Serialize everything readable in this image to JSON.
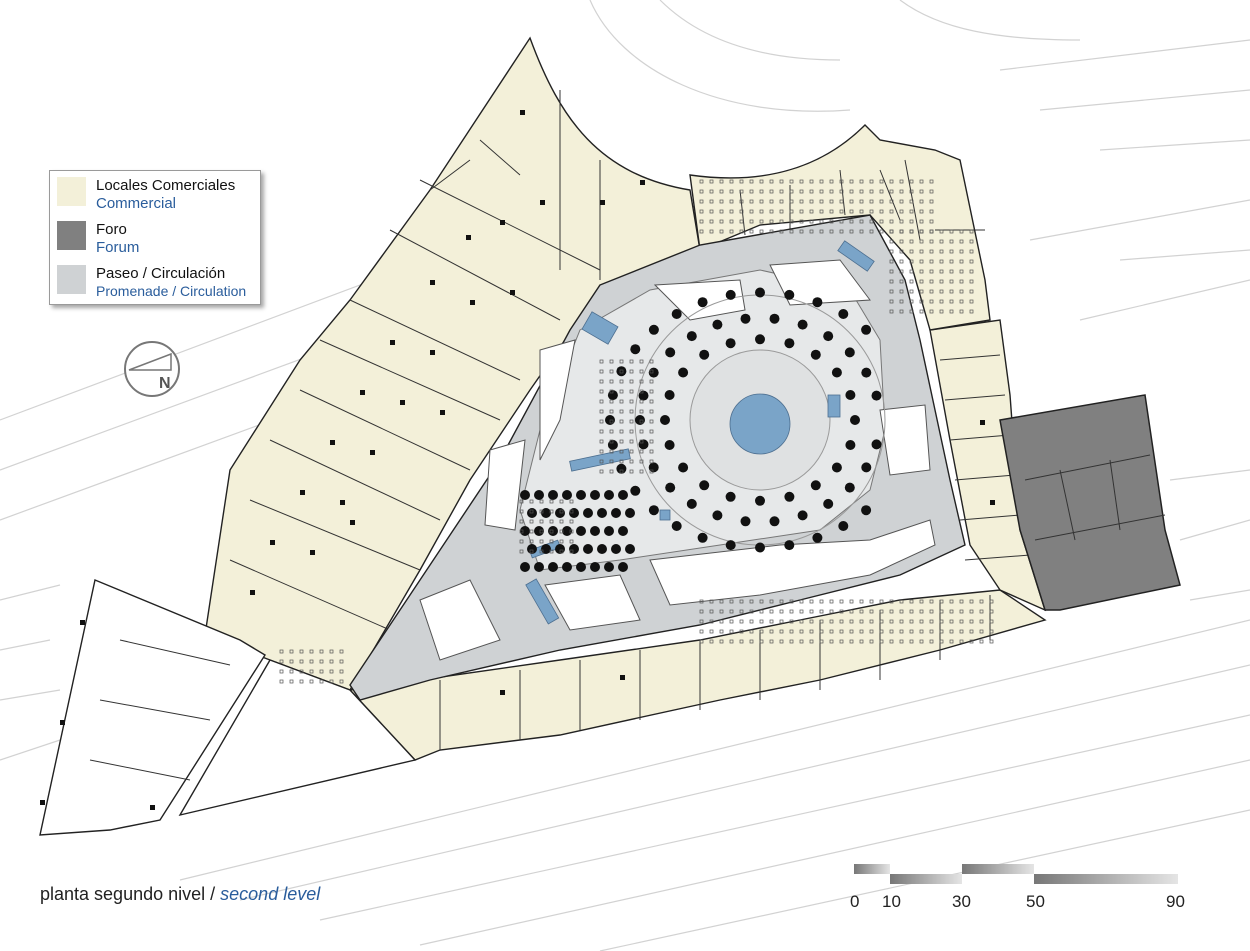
{
  "legend": {
    "items": [
      {
        "es": "Locales Comerciales",
        "en": "Commercial",
        "color": "#f3f0d9"
      },
      {
        "es": "Foro",
        "en": "Forum",
        "color": "#808080"
      },
      {
        "es": "Paseo / Circulación",
        "en": "Promenade / Circulation",
        "color": "#cfd2d4"
      }
    ]
  },
  "compass": {
    "label": "N"
  },
  "caption": {
    "es": "planta segundo nivel /",
    "en": "second level"
  },
  "scale_bar": {
    "ticks": [
      "0",
      "10",
      "30",
      "50",
      "90"
    ]
  },
  "colors": {
    "commercial": "#f3f0d9",
    "forum": "#808080",
    "circulation": "#cfd2d4",
    "water": "#7aa4c8",
    "tree": "#111111",
    "context_lines": "#cfcfcf"
  }
}
